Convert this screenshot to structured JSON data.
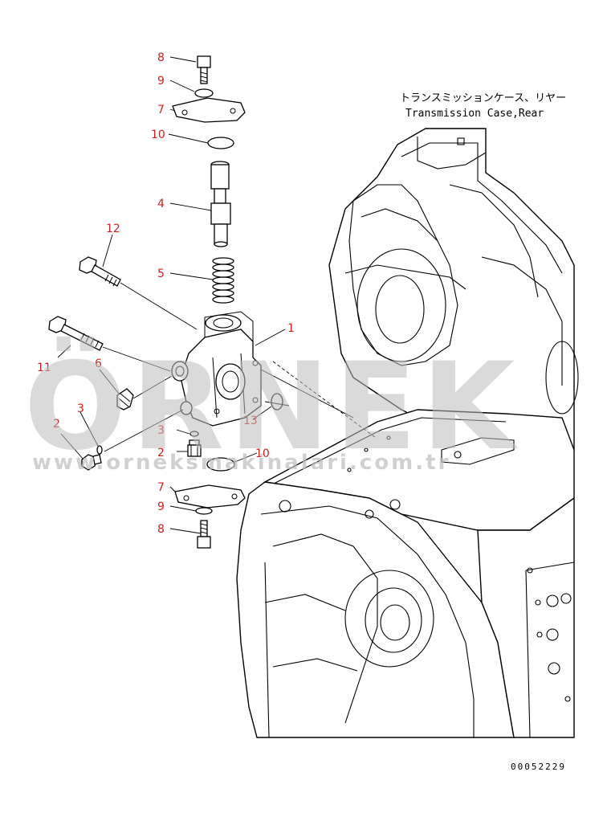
{
  "caption": {
    "line1": "トランスミッションケース、リヤー",
    "line2": "Transmission Case,Rear"
  },
  "document_number": "00052229",
  "watermark": {
    "brand": "ÖRNEK",
    "url": "www.orneksmakinalari.com.tr"
  },
  "callouts": [
    {
      "id": "c8-top",
      "label": "8"
    },
    {
      "id": "c9-top",
      "label": "9"
    },
    {
      "id": "c7-top",
      "label": "7"
    },
    {
      "id": "c10-top",
      "label": "10"
    },
    {
      "id": "c4",
      "label": "4"
    },
    {
      "id": "c12",
      "label": "12"
    },
    {
      "id": "c5",
      "label": "5"
    },
    {
      "id": "c1",
      "label": "1"
    },
    {
      "id": "c11",
      "label": "11"
    },
    {
      "id": "c6",
      "label": "6"
    },
    {
      "id": "c3-left",
      "label": "3"
    },
    {
      "id": "c2-left",
      "label": "2"
    },
    {
      "id": "c13",
      "label": "13"
    },
    {
      "id": "c3-mid",
      "label": "3"
    },
    {
      "id": "c2-mid",
      "label": "2"
    },
    {
      "id": "c10-bot",
      "label": "10"
    },
    {
      "id": "c7-bot",
      "label": "7"
    },
    {
      "id": "c9-bot",
      "label": "9"
    },
    {
      "id": "c8-bot",
      "label": "8"
    }
  ]
}
